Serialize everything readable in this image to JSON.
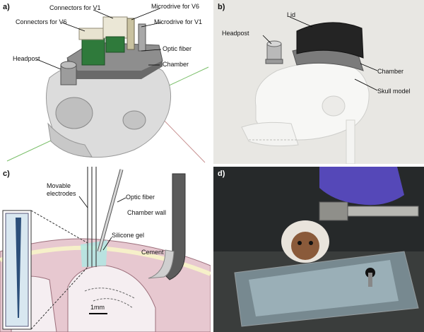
{
  "panel_a": {
    "label": "a)",
    "connectors_v1": "Connectors for V1",
    "connectors_v6": "Connectors for V6",
    "microdrive_v6": "Microdrive for V6",
    "microdrive_v1": "Microdrive for V1",
    "optic_fiber": "Optic fiber",
    "chamber": "Chamber",
    "headpost": "Headpost"
  },
  "panel_b": {
    "label": "b)",
    "lid": "Lid",
    "headpost": "Headpost",
    "chamber": "Chamber",
    "skull_model": "Skull model"
  },
  "panel_c": {
    "label": "c)",
    "movable": "Movable",
    "electrodes": "electrodes",
    "optic_fiber": "Optic fiber",
    "chamber_wall": "Chamber wall",
    "silicone_gel": "Silicone gel",
    "cement": "Cement",
    "scale": "1mm"
  },
  "panel_d": {
    "label": "d)"
  }
}
